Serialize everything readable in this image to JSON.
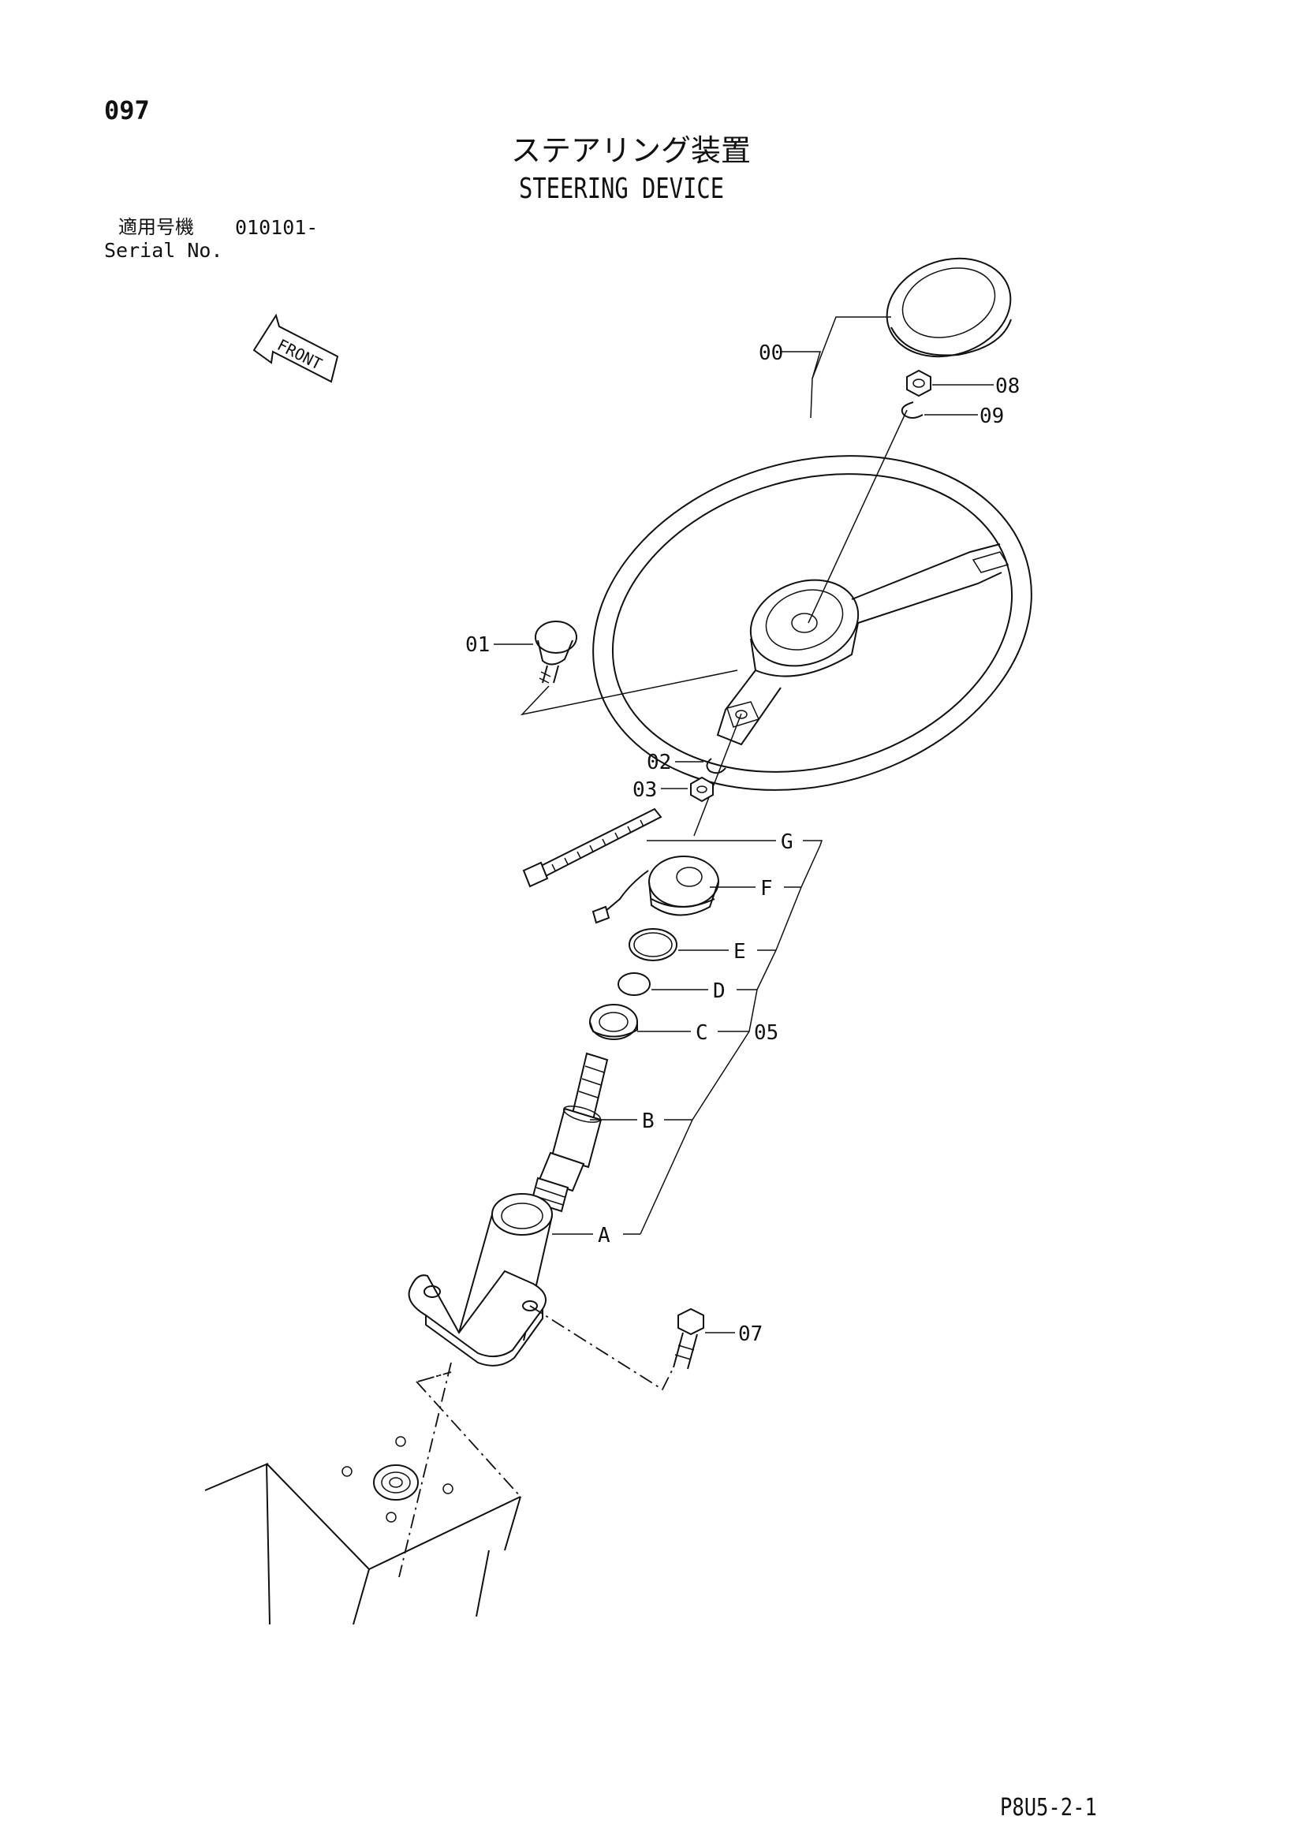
{
  "page_number": "097",
  "title_ja": "ステアリング装置",
  "title_en": "STEERING DEVICE",
  "serial": {
    "label_ja": "適用号機",
    "label_en": "Serial No.",
    "value": "010101-"
  },
  "front_arrow_label": "FRONT",
  "callouts": {
    "c00": "00",
    "c01": "01",
    "c02": "02",
    "c03": "03",
    "c05": "05",
    "c07": "07",
    "c08": "08",
    "c09": "09",
    "cA": "A",
    "cB": "B",
    "cC": "C",
    "cD": "D",
    "cE": "E",
    "cF": "F",
    "cG": "G"
  },
  "reference_code": "P8U5-2-1"
}
